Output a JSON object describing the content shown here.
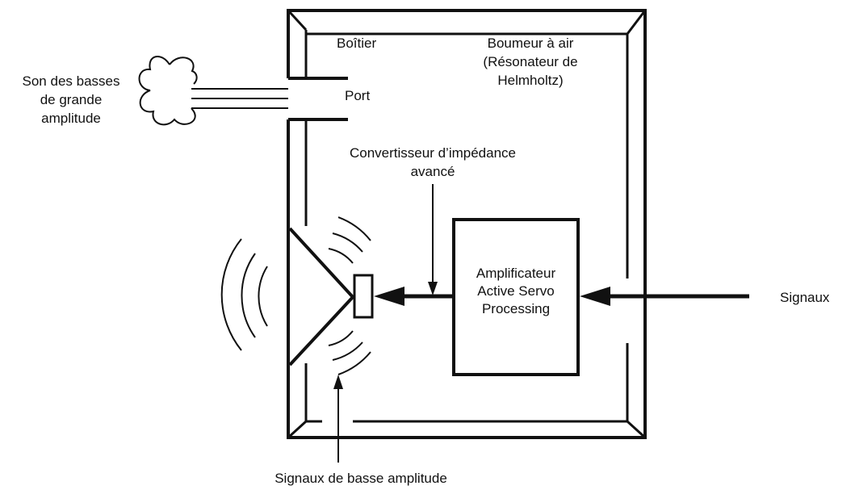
{
  "labels": {
    "enclosure": "Boîtier",
    "resonator_line1": "Boumeur à air",
    "resonator_line2": "(Résonateur de",
    "resonator_line3": "Helmholtz)",
    "port": "Port",
    "bass_line1": "Son des basses",
    "bass_line2": "de grande",
    "bass_line3": "amplitude",
    "converter_line1": "Convertisseur d’impédance",
    "converter_line2": "avancé",
    "amp_line1": "Amplificateur",
    "amp_line2": "Active Servo",
    "amp_line3": "Processing",
    "signals": "Signaux",
    "low_signals": "Signaux de basse amplitude"
  },
  "colors": {
    "ink": "#111111",
    "background": "#ffffff"
  }
}
